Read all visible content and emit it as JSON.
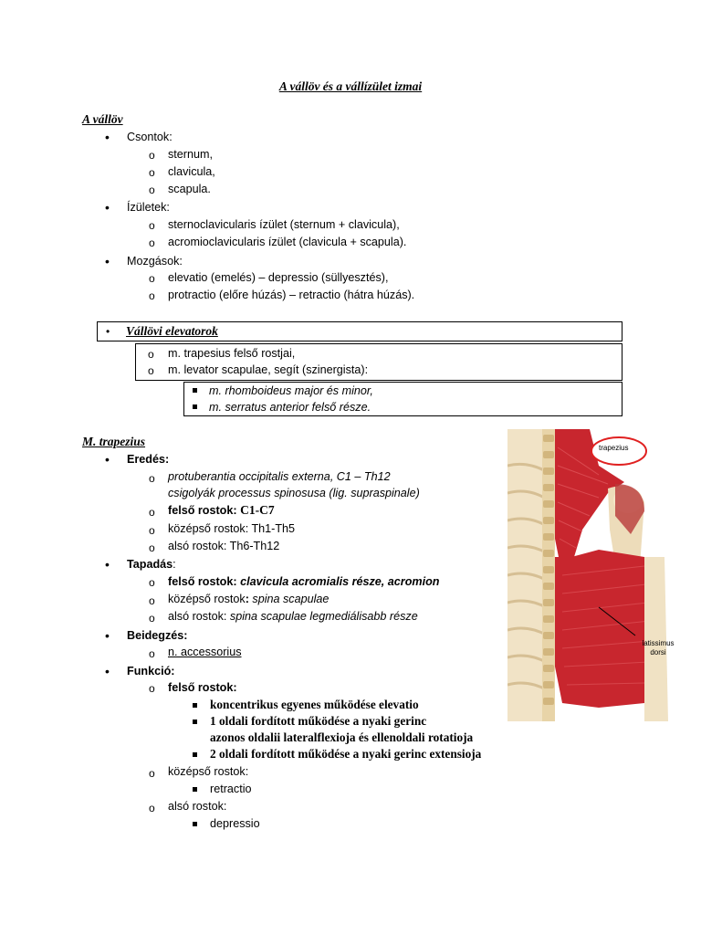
{
  "title": "A vállöv és a vállízület izmai",
  "section1": {
    "heading": "A vállöv",
    "items": [
      {
        "label": "Csontok:",
        "sub": [
          "sternum,",
          "clavicula,",
          "scapula."
        ]
      },
      {
        "label": "Ízületek:",
        "sub": [
          "sternoclavicularis ízület (sternum + clavicula),",
          "acromioclavicularis ízület (clavicula + scapula)."
        ]
      },
      {
        "label": "Mozgások:",
        "sub": [
          "elevatio (emelés) – depressio (süllyesztés),",
          "protractio (előre húzás) – retractio (hátra húzás)."
        ]
      }
    ]
  },
  "elevators": {
    "heading": "Vállövi elevatorok",
    "sub": [
      "m. trapesius felső rostjai,",
      "m. levator scapulae, segít (szinergista):"
    ],
    "subsub": [
      "m. rhomboideus major és minor,",
      "m. serratus anterior felső része."
    ]
  },
  "section2": {
    "heading": "M. trapezius",
    "origin": {
      "label": "Eredés:",
      "l1": "protuberantia occipitalis externa, C1 – Th12",
      "l2": "csigolyák processus spinosusa (lig. supraspinale)",
      "upper_label": "felső rostok:",
      "upper_value": "C1-C7",
      "middle": "középső rostok: Th1-Th5",
      "lower": "alsó rostok: Th6-Th12"
    },
    "insertion": {
      "label": "Tapadás",
      "colon": ":",
      "upper_label": "felső rostok:",
      "upper_value": "clavicula acromialis része, acromion",
      "middle_label": "középső rostok",
      "middle_colon": ":",
      "middle_value": "spina scapulae",
      "lower_label": "alsó rostok:",
      "lower_value": "spina scapulae legmediálisabb része"
    },
    "innervation": {
      "label": "Beidegzés:",
      "value": "n. accessorius"
    },
    "function": {
      "label": "Funkció:",
      "upper_label": "felső rostok:",
      "upper_items": [
        "koncentrikus egyenes működése elevatio",
        "1 oldali fordított működése a nyaki gerinc",
        "azonos oldalii lateralflexioja és ellenoldali rotatioja",
        "2 oldali fordított működése a nyaki gerinc extensioja"
      ],
      "middle_label": "középső rostok:",
      "middle_items": [
        "retractio"
      ],
      "lower_label": "alsó rostok:",
      "lower_items": [
        "depressio"
      ]
    }
  },
  "figure": {
    "label_trapezius": "trapezius",
    "label_latissimus_1": "latissimus",
    "label_latissimus_2": "dorsi",
    "circle_color": "#e02020",
    "muscle_color": "#c8262e"
  }
}
